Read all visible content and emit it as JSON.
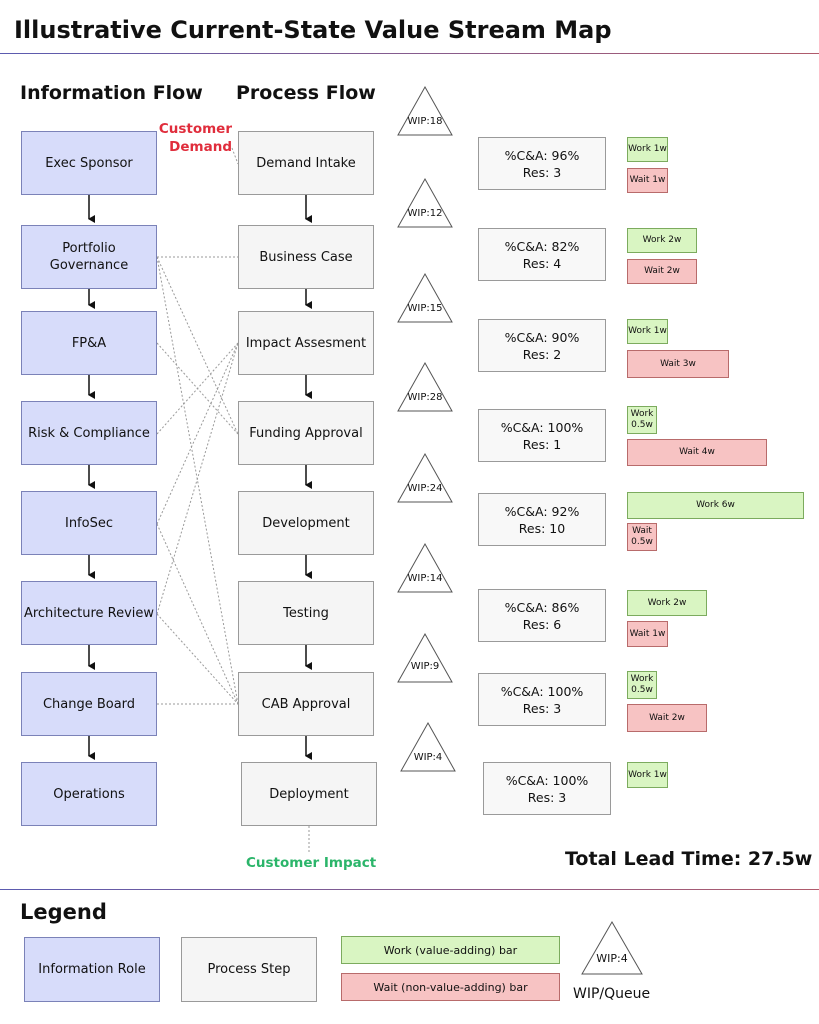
{
  "title": "Illustrative Current-State Value Stream Map",
  "headers": {
    "info": "Information Flow",
    "process": "Process Flow"
  },
  "customer_demand": [
    "Customer",
    "Demand"
  ],
  "customer_impact": "Customer Impact",
  "info_roles": [
    "Exec Sponsor",
    "Portfolio Governance",
    "FP&A",
    "Risk & Compliance",
    "InfoSec",
    "Architecture Review",
    "Change Board",
    "Operations"
  ],
  "process_steps": [
    "Demand Intake",
    "Business Case",
    "Impact Assesment",
    "Funding Approval",
    "Development",
    "Testing",
    "CAB Approval",
    "Deployment"
  ],
  "wip": [
    "WIP:18",
    "WIP:12",
    "WIP:15",
    "WIP:28",
    "WIP:24",
    "WIP:14",
    "WIP:9",
    "WIP:4"
  ],
  "metrics": [
    {
      "ca": "%C&A: 96%",
      "res": "Res: 3"
    },
    {
      "ca": "%C&A: 82%",
      "res": "Res: 4"
    },
    {
      "ca": "%C&A: 90%",
      "res": "Res: 2"
    },
    {
      "ca": "%C&A: 100%",
      "res": "Res: 1"
    },
    {
      "ca": "%C&A: 92%",
      "res": "Res: 10"
    },
    {
      "ca": "%C&A: 86%",
      "res": "Res: 6"
    },
    {
      "ca": "%C&A: 100%",
      "res": "Res: 3"
    },
    {
      "ca": "%C&A: 100%",
      "res": "Res: 3"
    }
  ],
  "bars": [
    {
      "work": "Work 1w",
      "wait": "Wait 1w"
    },
    {
      "work": "Work 2w",
      "wait": "Wait 2w"
    },
    {
      "work": "Work 1w",
      "wait": "Wait 3w"
    },
    {
      "work_lines": [
        "Work",
        "0.5w"
      ],
      "wait": "Wait 4w"
    },
    {
      "work": "Work 6w",
      "wait_lines": [
        "Wait",
        "0.5w"
      ]
    },
    {
      "work": "Work 2w",
      "wait": "Wait 1w"
    },
    {
      "work_lines": [
        "Work",
        "0.5w"
      ],
      "wait": "Wait 2w"
    },
    {
      "work": "Work 1w"
    }
  ],
  "total_lead_time": "Total Lead Time: 27.5w",
  "legend": {
    "title": "Legend",
    "info_role": "Information Role",
    "process_step": "Process Step",
    "work_bar": "Work (value-adding) bar",
    "wait_bar": "Wait (non-value-adding) bar",
    "wip_label": "WIP:4",
    "wip_caption": "WIP/Queue"
  },
  "colors": {
    "info_fill": "#d7dcfa",
    "process_fill": "#f5f5f5",
    "work_fill": "#d9f5c2",
    "wait_fill": "#f7c3c3",
    "demand_text": "#e02d3c",
    "impact_text": "#2bb56a"
  }
}
